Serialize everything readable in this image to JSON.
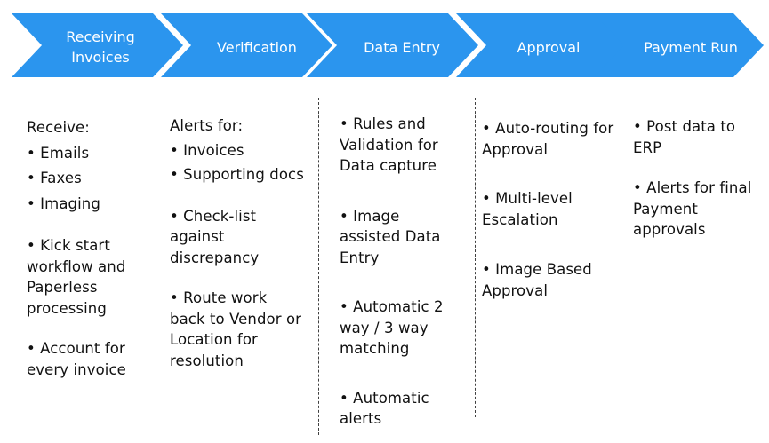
{
  "stages": [
    {
      "label_lines": [
        "Receiving",
        "Invoices"
      ]
    },
    {
      "label_lines": [
        "Verification"
      ]
    },
    {
      "label_lines": [
        "Data Entry"
      ]
    },
    {
      "label_lines": [
        "Approval"
      ]
    },
    {
      "label_lines": [
        "Payment Run"
      ]
    }
  ],
  "columns": [
    {
      "items": [
        {
          "lines": [
            "Receive:"
          ]
        },
        {
          "lines": [
            "• Emails"
          ]
        },
        {
          "lines": [
            "• Faxes"
          ]
        },
        {
          "lines": [
            "• Imaging"
          ]
        },
        {
          "lines": [
            "• Kick start",
            "workflow and",
            "Paperless",
            "processing"
          ]
        },
        {
          "lines": [
            "• Account for",
            "every invoice"
          ]
        }
      ]
    },
    {
      "items": [
        {
          "lines": [
            "Alerts for:"
          ]
        },
        {
          "lines": [
            "• Invoices"
          ]
        },
        {
          "lines": [
            "• Supporting docs"
          ]
        },
        {
          "lines": [
            "• Check-list",
            "against",
            "discrepancy"
          ]
        },
        {
          "lines": [
            "• Route work",
            "back to Vendor or",
            "Location for",
            "resolution"
          ]
        }
      ]
    },
    {
      "items": [
        {
          "lines": [
            "•  Rules and",
            "Validation for",
            "Data capture"
          ]
        },
        {
          "lines": [
            "• Image",
            "assisted Data",
            "Entry"
          ]
        },
        {
          "lines": [
            "• Automatic 2",
            "way / 3 way",
            "matching"
          ]
        },
        {
          "lines": [
            "• Automatic",
            "alerts"
          ]
        }
      ]
    },
    {
      "items": [
        {
          "lines": [
            "• Auto-routing for",
            "Approval"
          ]
        },
        {
          "lines": [
            "• Multi-level",
            "Escalation"
          ]
        },
        {
          "lines": [
            "• Image Based",
            "Approval"
          ]
        }
      ]
    },
    {
      "items": [
        {
          "lines": [
            "• Post data to",
            "ERP"
          ]
        },
        {
          "lines": [
            "• Alerts for final",
            "Payment",
            "approvals"
          ]
        }
      ]
    }
  ],
  "colors": {
    "chevron_fill": "#2b95ee",
    "chevron_text": "#ffffff",
    "body_text": "#111111",
    "divider": "#404040"
  }
}
